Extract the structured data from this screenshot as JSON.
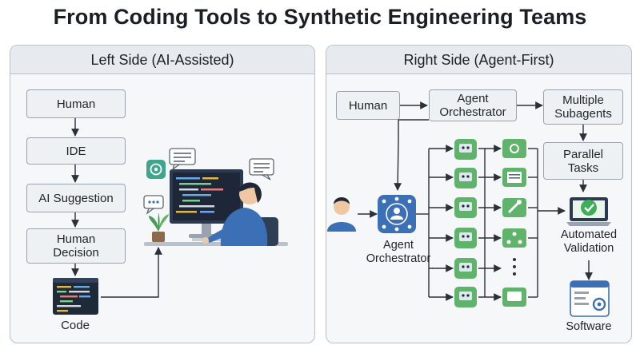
{
  "title": "From Coding Tools to Synthetic Engineering Teams",
  "left": {
    "heading": "Left Side (AI-Assisted)",
    "human": "Human",
    "ide": "IDE",
    "suggestion": "AI Suggestion",
    "decision": "Human\nDecision",
    "code": "Code"
  },
  "right": {
    "heading": "Right Side (Agent-First)",
    "human": "Human",
    "orchestrator_box": "Agent\nOrchestrator",
    "subagents": "Multiple\nSubagents",
    "parallel": "Parallel\nTasks",
    "orchestrator_label": "Agent\nOrchestrator",
    "validation": "Automated\nValidation",
    "software": "Software"
  },
  "colors": {
    "accent_green": "#3fae5a",
    "accent_blue": "#3b6fb6",
    "box_border": "#9aa3ad",
    "panel_bg": "#f5f7f9"
  }
}
